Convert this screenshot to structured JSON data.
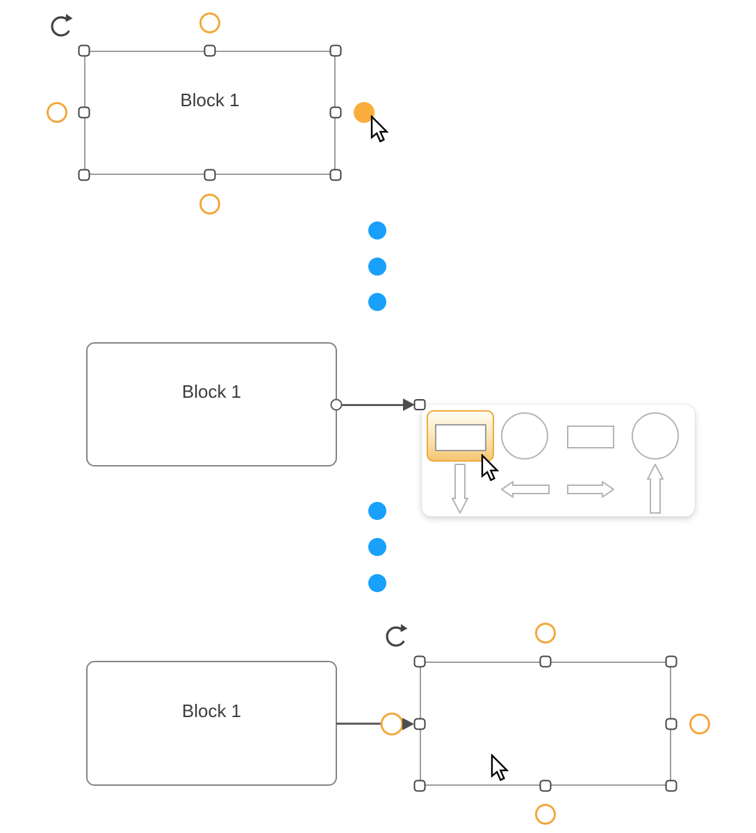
{
  "app": {
    "view": "diagram-canvas"
  },
  "colors": {
    "canvas_bg": "#ffffff",
    "accent_orange": "#f2a73b",
    "orange_fill": "#faad3c",
    "picker_hl": "#f0a93c",
    "blue": "#18a0fb",
    "handle_border": "#414345",
    "sel_line": "#9b9da0",
    "shape_border": "#828487",
    "edge": "#5e5e5e",
    "edge_dark": "#4e4e50",
    "text": "#3c3c3c",
    "picker_line": "#b4b4b4",
    "panel_bg": "#ffffff"
  },
  "scenes": {
    "step1": {
      "block_label": "Block 1"
    },
    "step2": {
      "block_label": "Block 1"
    },
    "step3": {
      "block_label": "Block 1"
    }
  },
  "shape_picker": {
    "highlighted_option": "rectangle",
    "options": [
      {
        "name": "rectangle"
      },
      {
        "name": "circle"
      },
      {
        "name": "rectangle"
      },
      {
        "name": "circle"
      },
      {
        "name": "arrow-down"
      },
      {
        "name": "arrow-left"
      },
      {
        "name": "arrow-right"
      },
      {
        "name": "arrow-up"
      }
    ]
  }
}
